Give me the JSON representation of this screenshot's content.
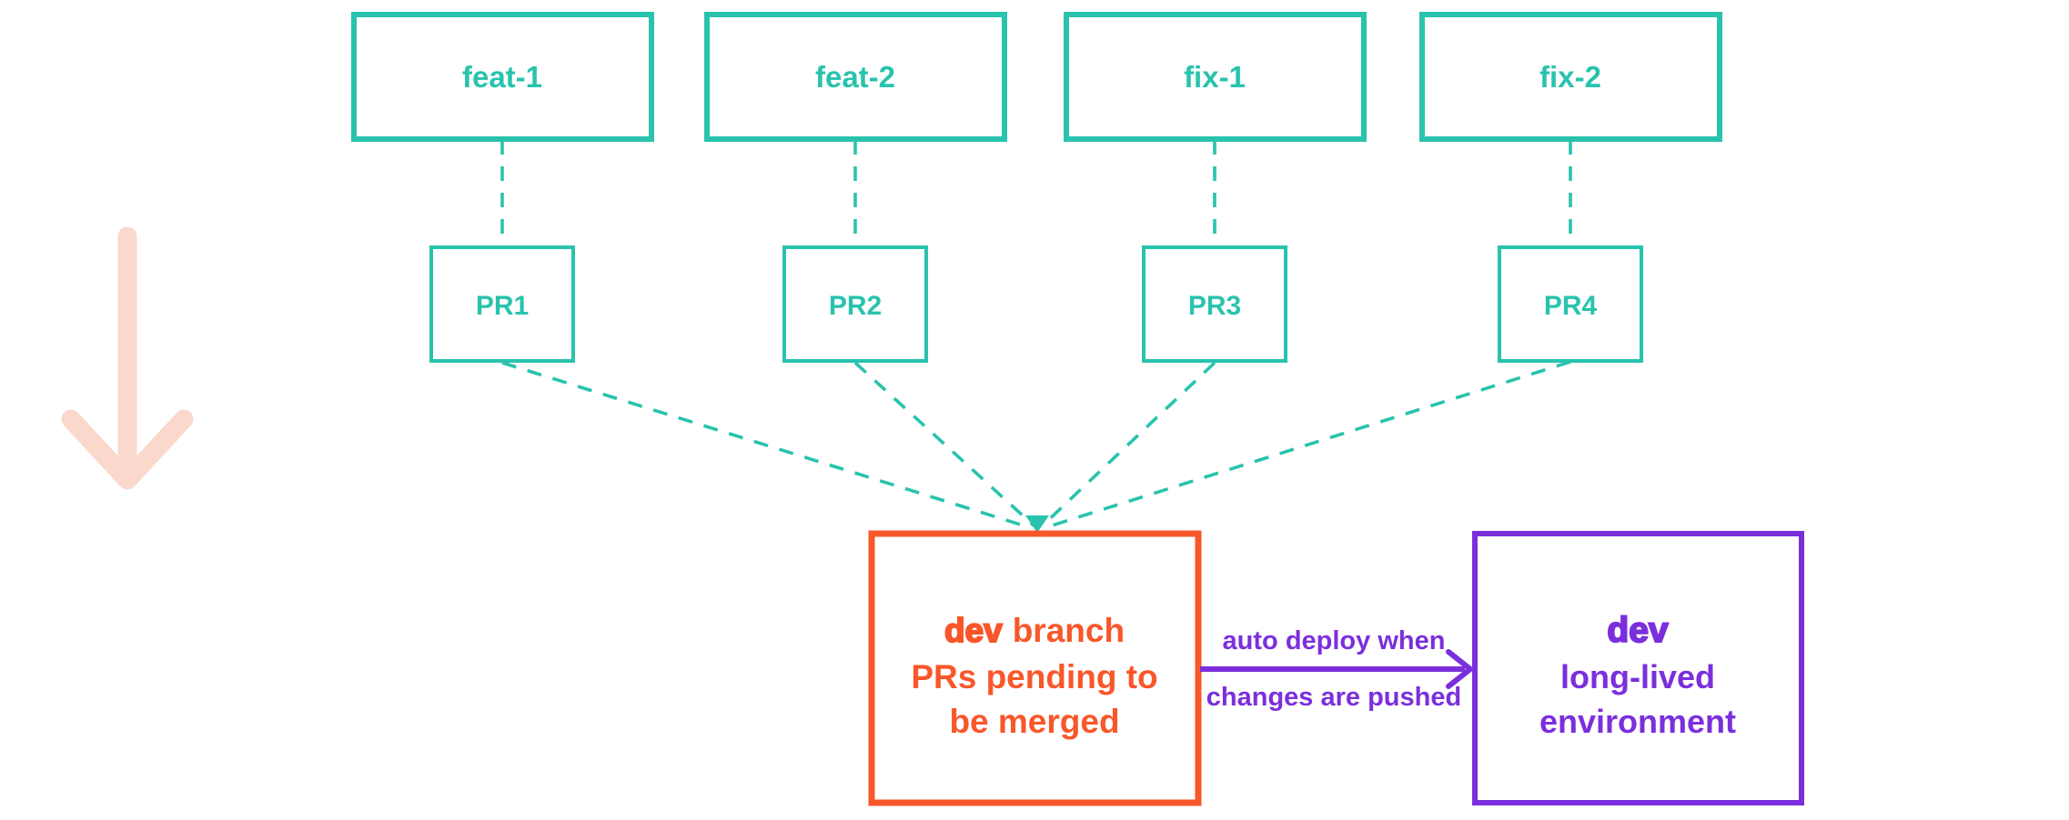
{
  "diagram": {
    "feature_branches": [
      {
        "label": "feat-1"
      },
      {
        "label": "feat-2"
      },
      {
        "label": "fix-1"
      },
      {
        "label": "fix-2"
      }
    ],
    "pull_requests": [
      {
        "label": "PR1"
      },
      {
        "label": "PR2"
      },
      {
        "label": "PR3"
      },
      {
        "label": "PR4"
      }
    ],
    "dev_branch_box": {
      "title_emphasis": "dev",
      "title_rest": "branch",
      "subtitle_line1": "PRs pending to",
      "subtitle_line2": "be merged"
    },
    "deploy_arrow": {
      "label_line1": "auto deploy when",
      "label_line2": "changes are pushed"
    },
    "dev_environment_box": {
      "title": "dev",
      "subtitle_line1": "long-lived",
      "subtitle_line2": "environment"
    },
    "colors": {
      "teal": "#29c3ad",
      "orange": "#f8572a",
      "purple": "#7b2fdc",
      "pink": "#fbd8cc",
      "background": "#ffffff"
    }
  }
}
